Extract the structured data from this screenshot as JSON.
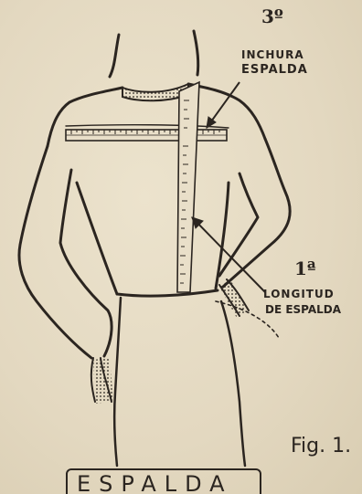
{
  "labels": {
    "step_back_width": "3º",
    "back_width_line1": "INCHURA",
    "back_width_line2": "ESPALDA",
    "step_back_length": "1ª",
    "back_length_line1": "LONGITUD",
    "back_length_line2": "DE ESPALDA",
    "figure_number": "Fig. 1.",
    "caption": "ESPALDA"
  },
  "colors": {
    "ink": "#2b2520",
    "paper": "#e6dcc6"
  },
  "icons": {
    "figure": "back-view-body-figure",
    "tape_horizontal": "measuring-tape-icon",
    "tape_vertical": "measuring-tape-icon"
  }
}
